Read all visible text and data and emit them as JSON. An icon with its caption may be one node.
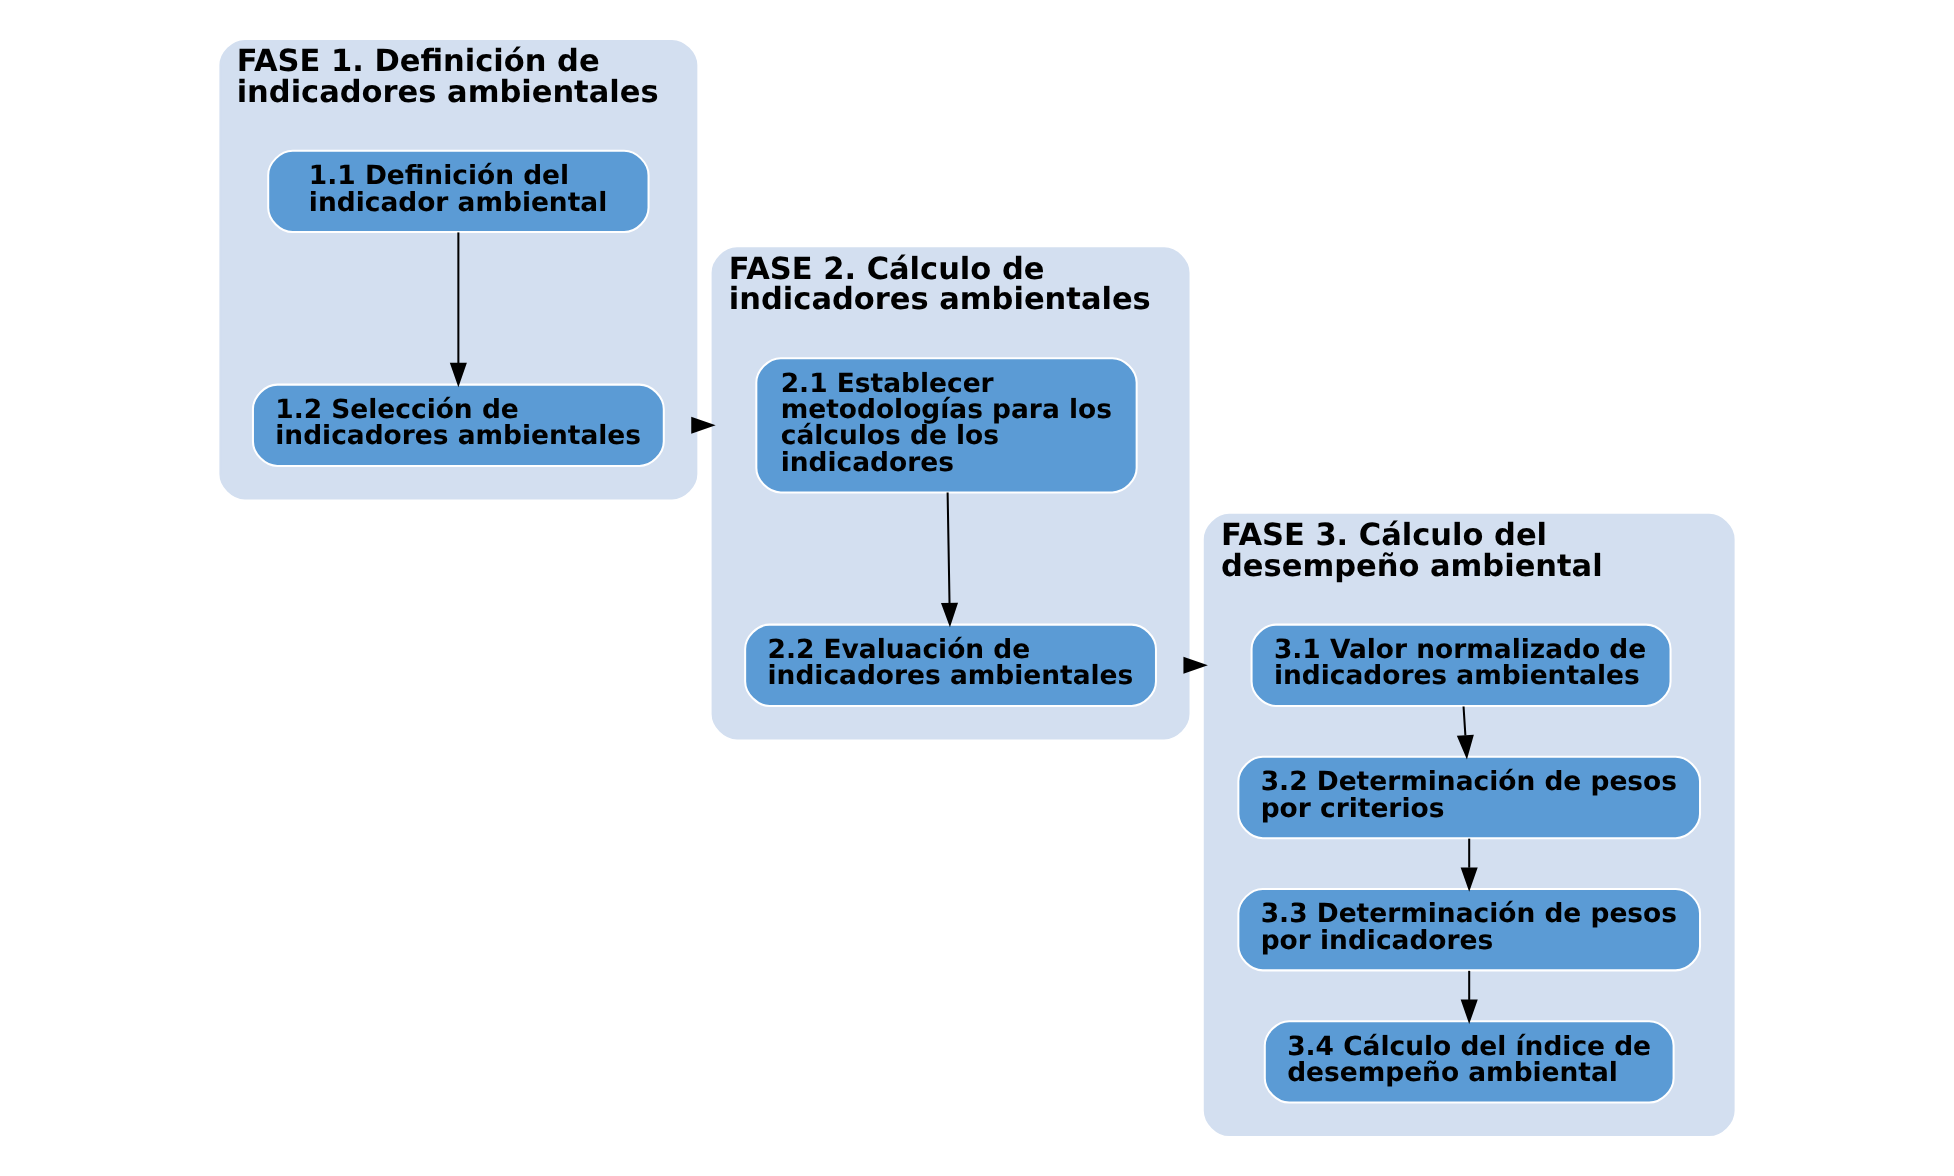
{
  "diagram": {
    "nodes": [
      {
        "text": [
          "FASE 1. Definición de indicadores ambientales"
        ]
      },
      {
        "text": [
          "1.1 Definición del indicador ambiental"
        ],
        "in": 0
      },
      {
        "text": [
          "1.2 Selección de indicadores ambientales"
        ],
        "in": 0
      },
      {
        "text": [
          "FASE 2. Cálculo de indicadores ambientales"
        ]
      },
      {
        "text": [
          "2.1 Establecer metodologías para los cálculos de los indicadores"
        ],
        "in": 3
      },
      {
        "text": [
          "2.2 Evaluación de indicadores ambientales"
        ],
        "in": 3
      },
      {
        "text": [
          "FASE 3. Cálculo del desempeño ambiental"
        ]
      },
      {
        "text": [
          "3.1 Valor normalizado de indicadores ambientales"
        ],
        "in": 6
      },
      {
        "text": [
          "3.2 Determinación de pesos por criterios"
        ],
        "in": 6
      },
      {
        "text": [
          "3.3 Determinación de pesos por indicadores"
        ],
        "in": 6
      },
      {
        "text": [
          "3.4 Cálculo del índice de desempeño ambiental"
        ],
        "in": 6
      }
    ],
    "edges": [
      {
        "from": 1,
        "to": 2,
        "arrow": "to"
      },
      {
        "from": 0,
        "to": 3,
        "arrow": "to"
      },
      {
        "from": 4,
        "to": 5,
        "arrow": "to"
      },
      {
        "from": 3,
        "to": 6,
        "arrow": "to"
      },
      {
        "from": 7,
        "to": 8,
        "arrow": "to"
      },
      {
        "from": 8,
        "to": 9,
        "arrow": "to"
      },
      {
        "from": 9,
        "to": 10,
        "arrow": "to"
      }
    ]
  }
}
